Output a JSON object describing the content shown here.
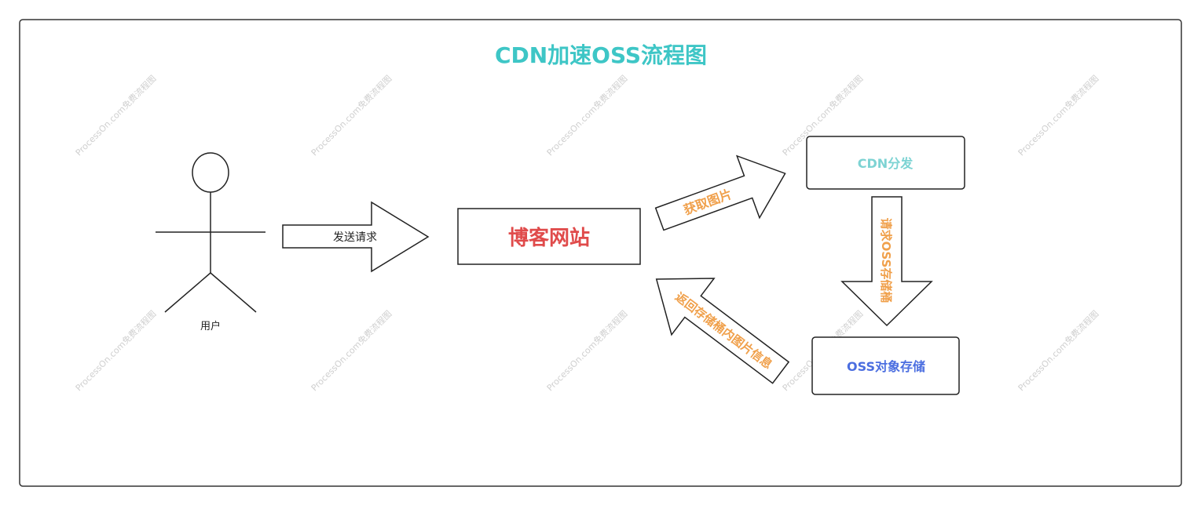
{
  "title": "CDN加速OSS流程图",
  "actor": {
    "label": "用户"
  },
  "arrows": {
    "send_request": "发送请求",
    "get_image": "获取图片",
    "request_oss": "请求OSS存储桶",
    "return_info": "返回存储桶内图片信息"
  },
  "nodes": {
    "blog": "博客网站",
    "cdn": "CDN分发",
    "oss": "OSS对象存储"
  },
  "watermark": "ProcessOn.com免费流程图",
  "colors": {
    "title": "#3ec6c6",
    "blog": "#e04b4b",
    "cdn": "#7dd3d3",
    "oss": "#4b6ee0",
    "arrow_label": "#f0a04b",
    "stroke": "#222222",
    "watermark": "#cfcfcf"
  }
}
